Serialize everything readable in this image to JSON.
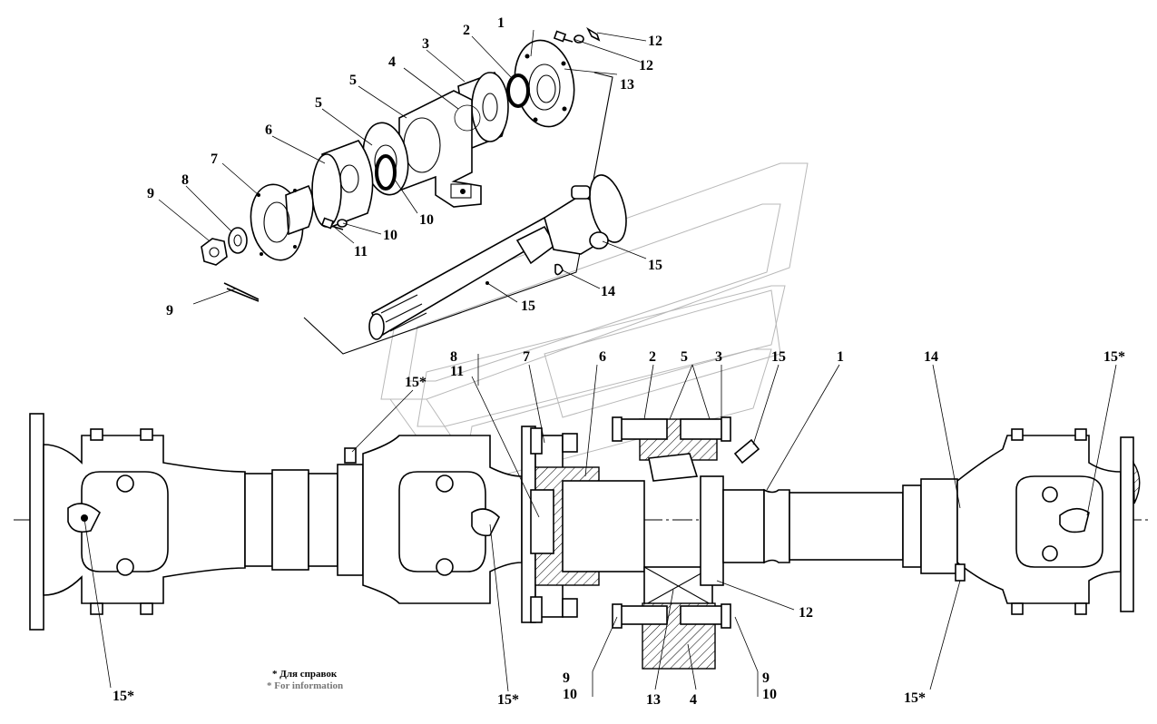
{
  "notes": {
    "ru": "* Для справок",
    "en": "* For information"
  },
  "labels": {
    "top": [
      "1",
      "2",
      "3",
      "4",
      "5",
      "5",
      "6",
      "7",
      "8",
      "9",
      "9",
      "10",
      "10",
      "11",
      "12",
      "12",
      "13",
      "14",
      "15",
      "15"
    ],
    "bottom": [
      "8",
      "11",
      "15*",
      "7",
      "6",
      "2",
      "5",
      "3",
      "15",
      "1",
      "14",
      "15*",
      "15*",
      "15*",
      "12",
      "9",
      "10",
      "13",
      "4",
      "9",
      "10",
      "15*"
    ]
  },
  "colors": {
    "ink": "#000000",
    "watermark": "#b8b8b8",
    "paper": "#ffffff"
  }
}
